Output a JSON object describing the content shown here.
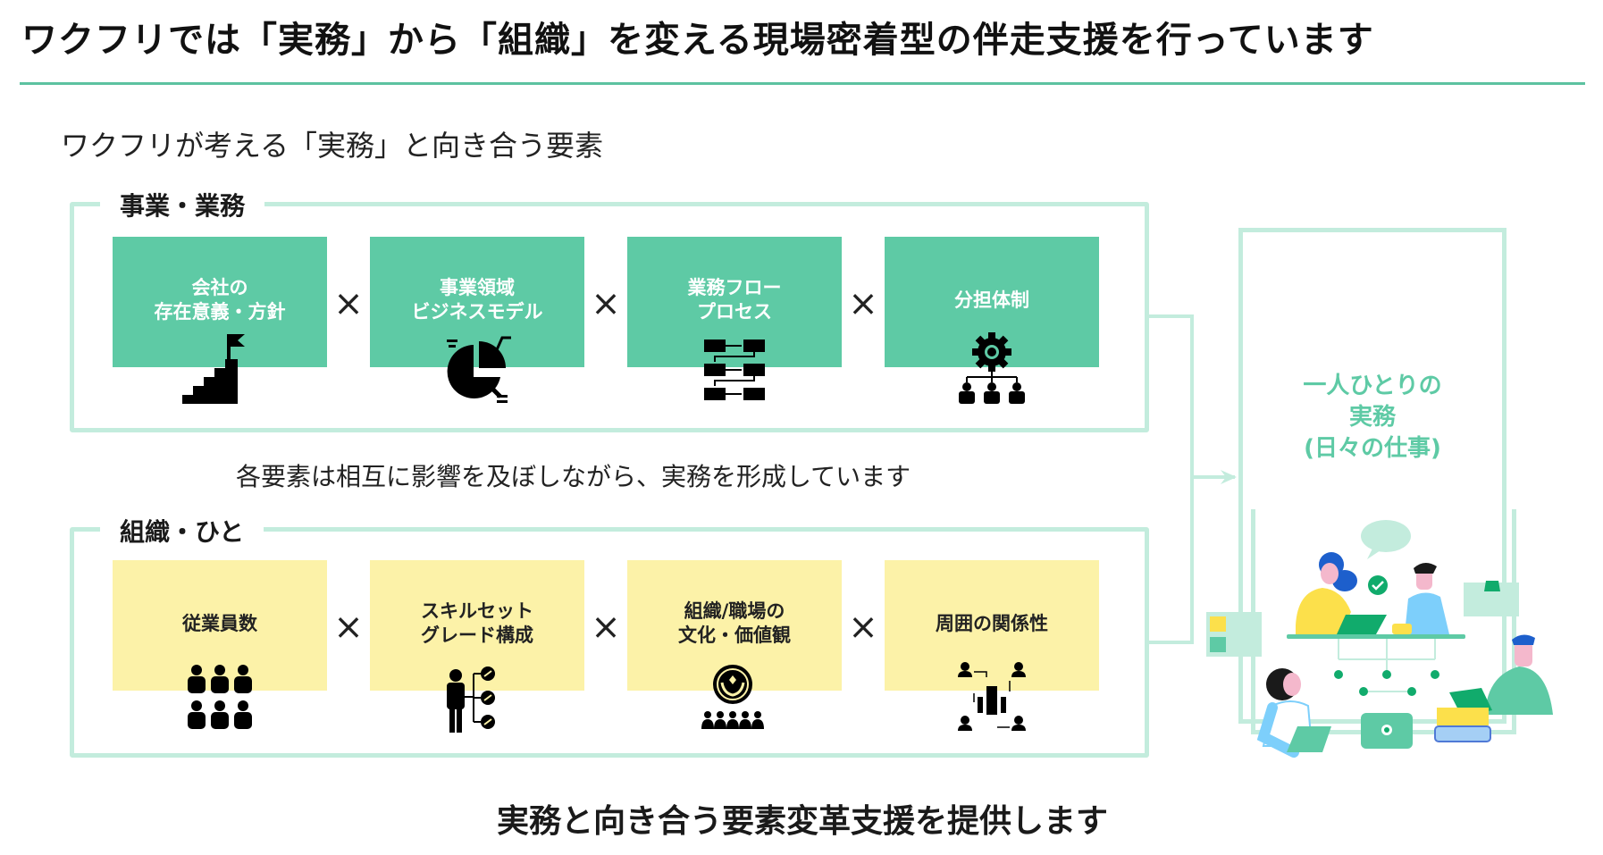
{
  "header": {
    "title": "ワクフリでは「実務」から「組織」を変える現場密着型の伴走支援を行っています",
    "accent_color": "#5cc2a0"
  },
  "subtitle": "ワクフリが考える「実務」と向き合う要素",
  "groups": [
    {
      "label": "事業・業務",
      "theme": "green",
      "card_color": "#5ecaa5",
      "cards": [
        {
          "label": "会社の\n存在意義・方針",
          "icon": "stairs-flag-icon"
        },
        {
          "label": "事業領域\nビジネスモデル",
          "icon": "pie-chart-icon"
        },
        {
          "label": "業務フロー\nプロセス",
          "icon": "process-flow-icon"
        },
        {
          "label": "分担体制",
          "icon": "gear-org-chart-icon"
        }
      ]
    },
    {
      "label": "組織・ひと",
      "theme": "yellow",
      "card_color": "#fcf2a8",
      "cards": [
        {
          "label": "従業員数",
          "icon": "people-group-icon"
        },
        {
          "label": "スキルセット\nグレード構成",
          "icon": "person-checklist-icon"
        },
        {
          "label": "組織/職場の\n文化・価値観",
          "icon": "culture-hands-icon"
        },
        {
          "label": "周囲の関係性",
          "icon": "relationship-building-icon"
        }
      ]
    }
  ],
  "operator_symbol": "×",
  "middle_text": "各要素は相互に影響を及ぼしながら、実務を形成しています",
  "result_panel": {
    "label": "一人ひとりの\n実務\n(日々の仕事)",
    "text_color": "#5ecaa5",
    "illustration": "team-collaboration-illustration"
  },
  "bottom_text": "実務と向き合う要素変革支援を提供します",
  "border_color": "#c3ecdd"
}
